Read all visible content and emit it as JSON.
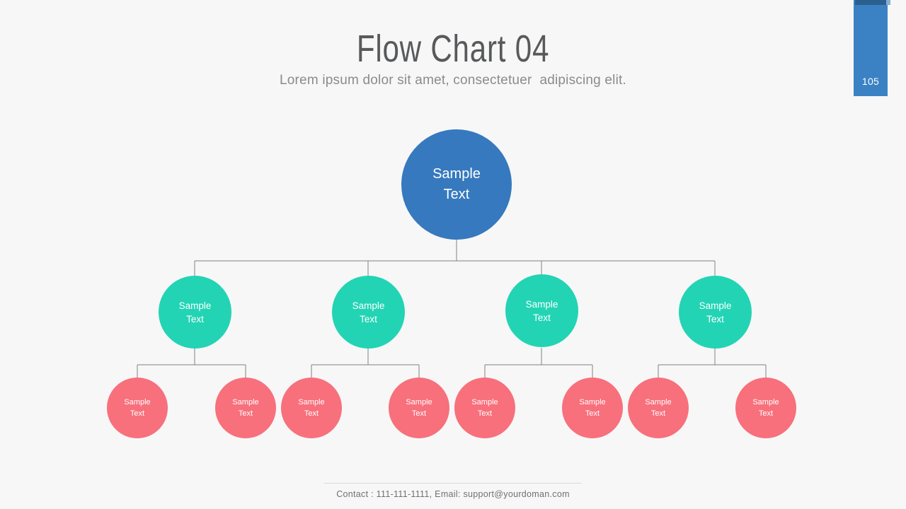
{
  "colors": {
    "background": "#f7f7f7",
    "title": "#58595b",
    "subtitle": "#8a8b8d",
    "root_node": "#3679be",
    "level2_node": "#22d4b4",
    "level3_node": "#f7707c",
    "connector": "#808080",
    "tab_main": "#3b82c4",
    "tab_strip": "#2b5f8e",
    "tab_strip_light": "#86aed1",
    "footer_text": "#6f7072",
    "footer_line": "#d9d9d9",
    "node_text": "#ffffff"
  },
  "header": {
    "title": "Flow Chart 04",
    "subtitle": "Lorem ipsum dolor sit amet, consectetuer  adipiscing elit."
  },
  "page_tab": {
    "number": "105"
  },
  "diagram": {
    "root": {
      "label": "Sample\nText"
    },
    "level2": [
      {
        "label": "Sample\nText"
      },
      {
        "label": "Sample\nText"
      },
      {
        "label": "Sample\nText"
      },
      {
        "label": "Sample\nText"
      }
    ],
    "level3": [
      {
        "label": "Sample\nText"
      },
      {
        "label": "Sample\nText"
      },
      {
        "label": "Sample\nText"
      },
      {
        "label": "Sample\nText"
      },
      {
        "label": "Sample\nText"
      },
      {
        "label": "Sample\nText"
      },
      {
        "label": "Sample\nText"
      },
      {
        "label": "Sample\nText"
      }
    ]
  },
  "footer": {
    "contact": "Contact : 111-111-1111, Email: support@yourdoman.com"
  }
}
